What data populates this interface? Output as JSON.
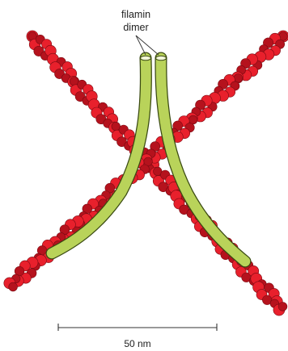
{
  "label": {
    "line1": "filamin",
    "line2": "dimer"
  },
  "scale_bar": {
    "text": "50 nm"
  },
  "colors": {
    "actin_bead": "#e8202c",
    "actin_bead_shade": "#b5121d",
    "filamin": "#b9d35a",
    "filamin_outline": "#3a4a12",
    "text": "#222222",
    "scale_bar": "#333333",
    "background": "#ffffff"
  },
  "elements": {
    "actin_filaments": [
      "actin-filament-1",
      "actin-filament-2"
    ],
    "filamin_subunits": [
      "filamin-subunit-left",
      "filamin-subunit-right"
    ]
  }
}
